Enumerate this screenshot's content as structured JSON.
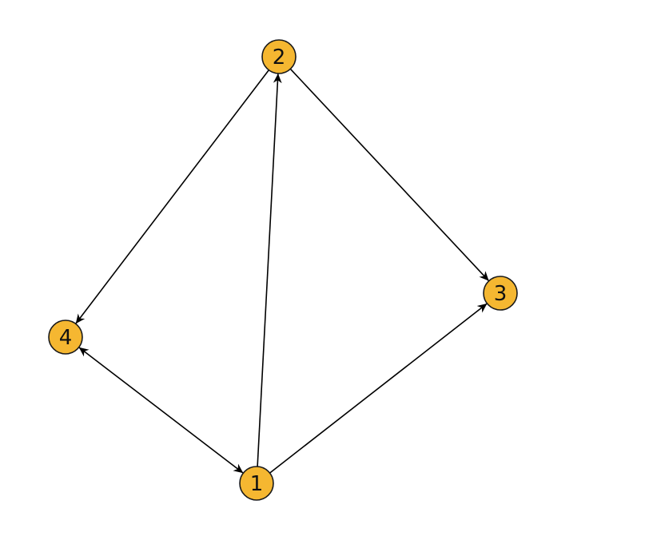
{
  "diagram": {
    "type": "directed-graph",
    "node_color": "#f5b731",
    "edge_color": "#000000",
    "nodes": [
      {
        "id": "1",
        "label": "1"
      },
      {
        "id": "2",
        "label": "2"
      },
      {
        "id": "3",
        "label": "3"
      },
      {
        "id": "4",
        "label": "4"
      }
    ],
    "edges": [
      {
        "from": "1",
        "to": "2",
        "bidirectional": false
      },
      {
        "from": "1",
        "to": "3",
        "bidirectional": false
      },
      {
        "from": "2",
        "to": "3",
        "bidirectional": false
      },
      {
        "from": "2",
        "to": "4",
        "bidirectional": false
      },
      {
        "from": "1",
        "to": "4",
        "bidirectional": true
      }
    ]
  }
}
